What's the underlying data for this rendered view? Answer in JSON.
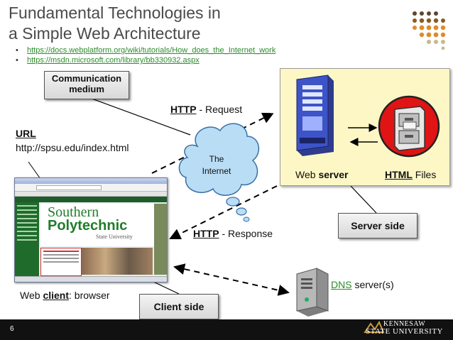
{
  "slide": {
    "title_line1": "Fundamental Technologies in",
    "title_line2": "a Simple Web Architecture",
    "links": [
      "https://docs.webplatform.org/wiki/tutorials/How_does_the_Internet_work",
      "https://msdn.microsoft.com/library/bb330932.aspx"
    ],
    "page_number": "6"
  },
  "labels": {
    "communication_medium": "Communication medium",
    "url_heading": "URL",
    "url_value": "http://spsu.edu/index.html",
    "http_bold": "HTTP",
    "request_text": " - Request",
    "response_text": " - Response",
    "internet_line1": "The",
    "internet_line2": "Internet",
    "web_prefix": "Web ",
    "server_bold": "server",
    "html_bold": "HTML",
    "files_text": " Files",
    "server_side": "Server side",
    "client_side": "Client side",
    "web_client_prefix": "Web ",
    "client_bold": "client",
    "browser_suffix": ": browser",
    "dns_link": "DNS",
    "dns_suffix": " server(s)"
  },
  "browser_screenshot": {
    "site_name_line1": "Southern",
    "site_name_line2": "Polytechnic",
    "site_name_line3": "State University"
  },
  "footer": {
    "university_line1": "KENNESAW",
    "university_line2": "STATE UNIVERSITY"
  },
  "colors": {
    "link_green": "#2e8b2e",
    "server_panel": "#fdf7c6",
    "cloud": "#b9ddf4",
    "polytechnic_green": "#1f7d2b",
    "dots_brown": "#8a5a22",
    "dots_orange": "#e08a2a"
  }
}
